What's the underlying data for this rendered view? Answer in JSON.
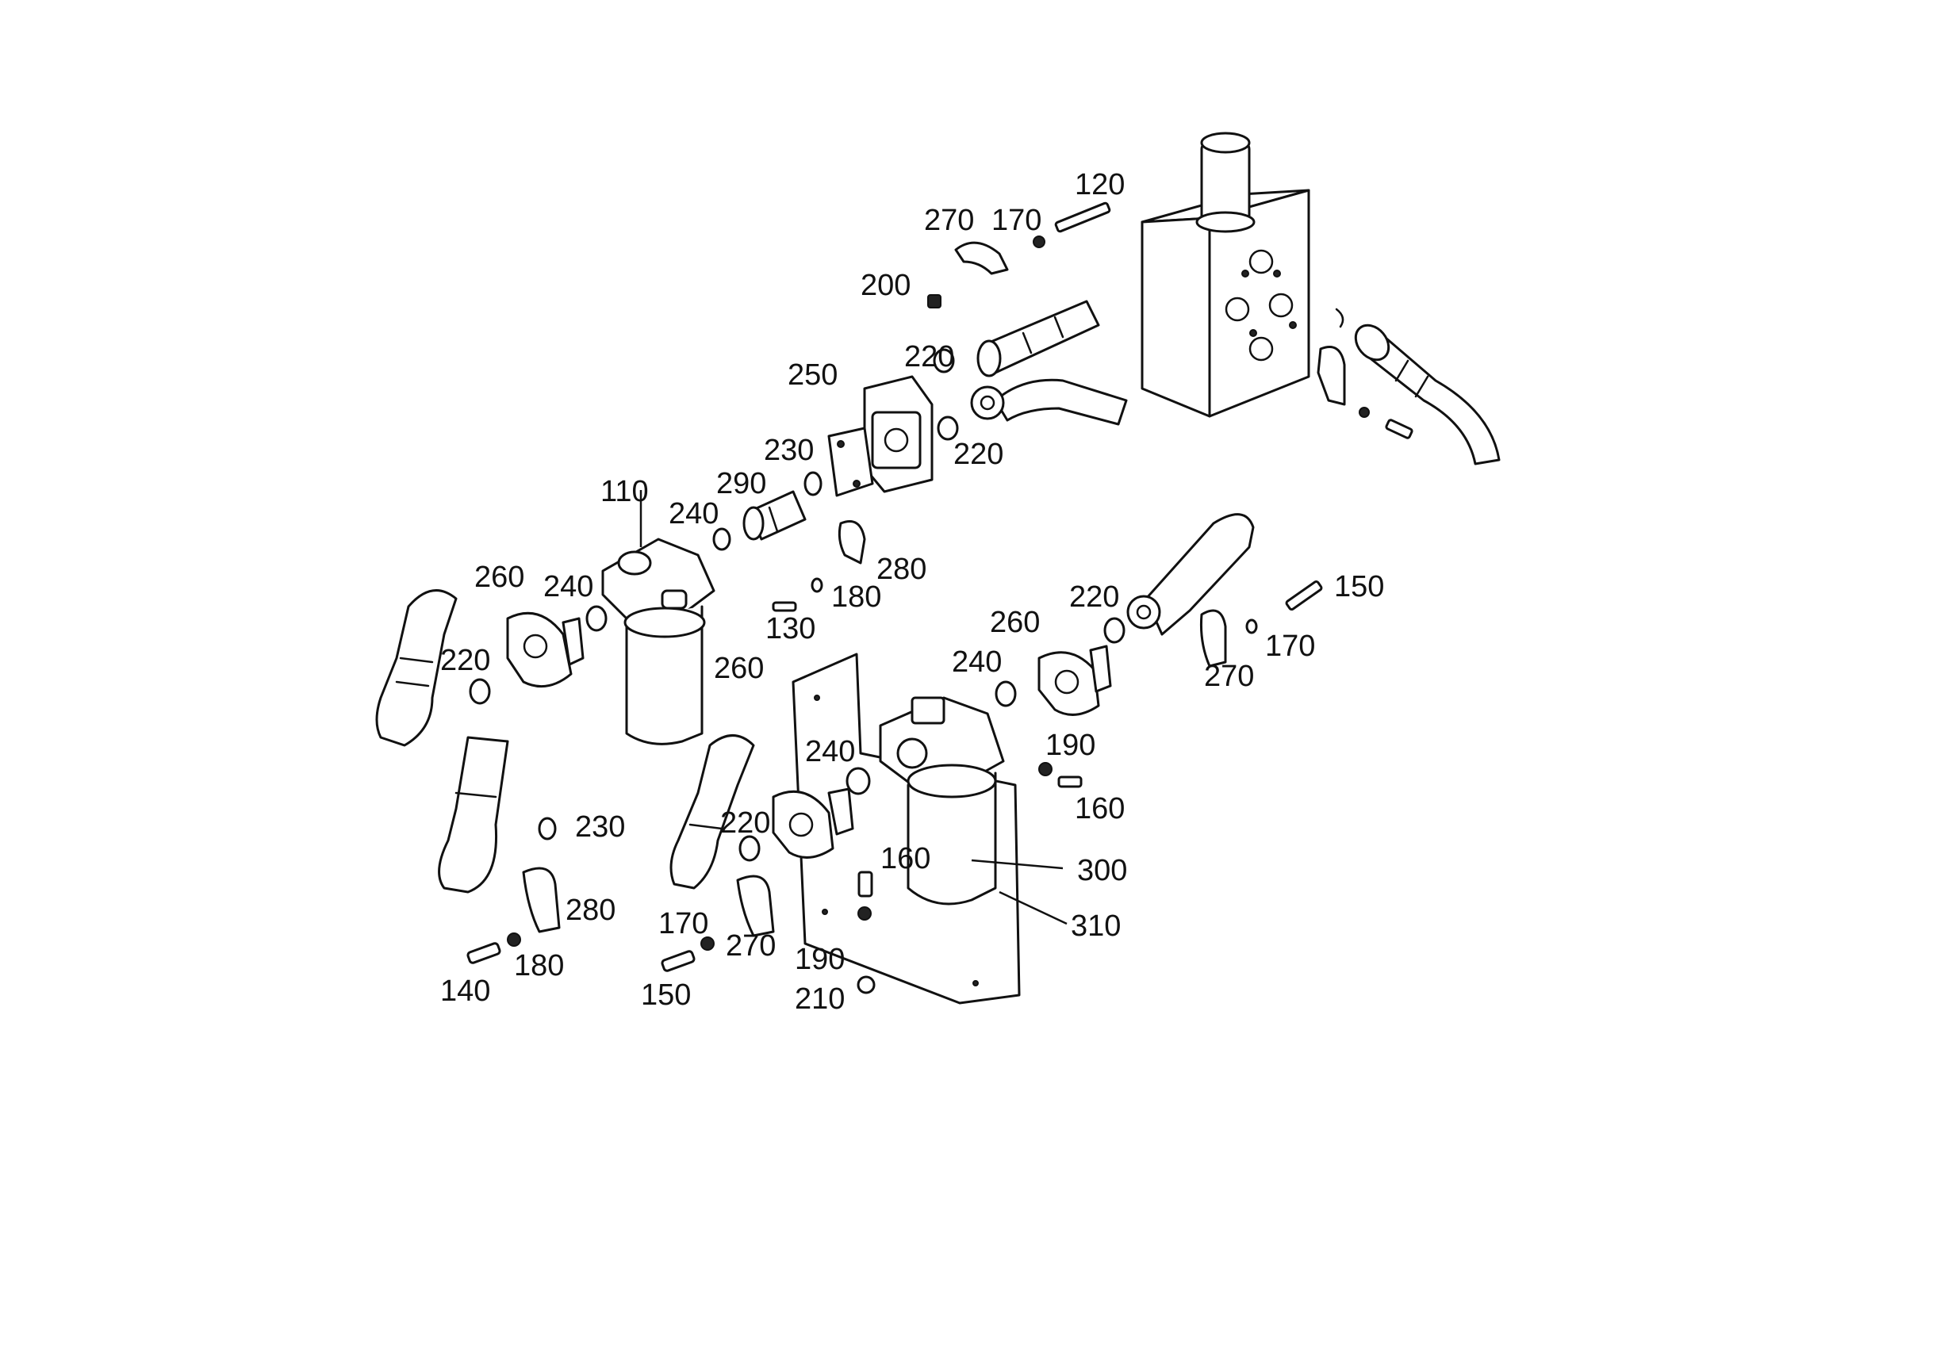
{
  "callouts": {
    "c110": "110",
    "c120": "120",
    "c130": "130",
    "c140": "140",
    "c150_right": "150",
    "c150_bottom": "150",
    "c160_right": "160",
    "c160_center": "160",
    "c170_top": "170",
    "c170_right": "170",
    "c170_bottom": "170",
    "c180_mid": "180",
    "c180_bottom": "180",
    "c190_right": "190",
    "c190_bottom": "190",
    "c200": "200",
    "c210": "210",
    "c220_top": "220",
    "c220_mid": "220",
    "c220_left": "220",
    "c220_right": "220",
    "c220_bottom": "220",
    "c230_top": "230",
    "c230_bottom": "230",
    "c240_top": "240",
    "c240_left": "240",
    "c240_right": "240",
    "c240_center": "240",
    "c250": "250",
    "c260_left": "260",
    "c260_filter": "260",
    "c260_right": "260",
    "c270_top": "270",
    "c270_right": "270",
    "c270_bottom": "270",
    "c280_top": "280",
    "c280_bottom": "280",
    "c290": "290",
    "c300": "300",
    "c310": "310"
  }
}
